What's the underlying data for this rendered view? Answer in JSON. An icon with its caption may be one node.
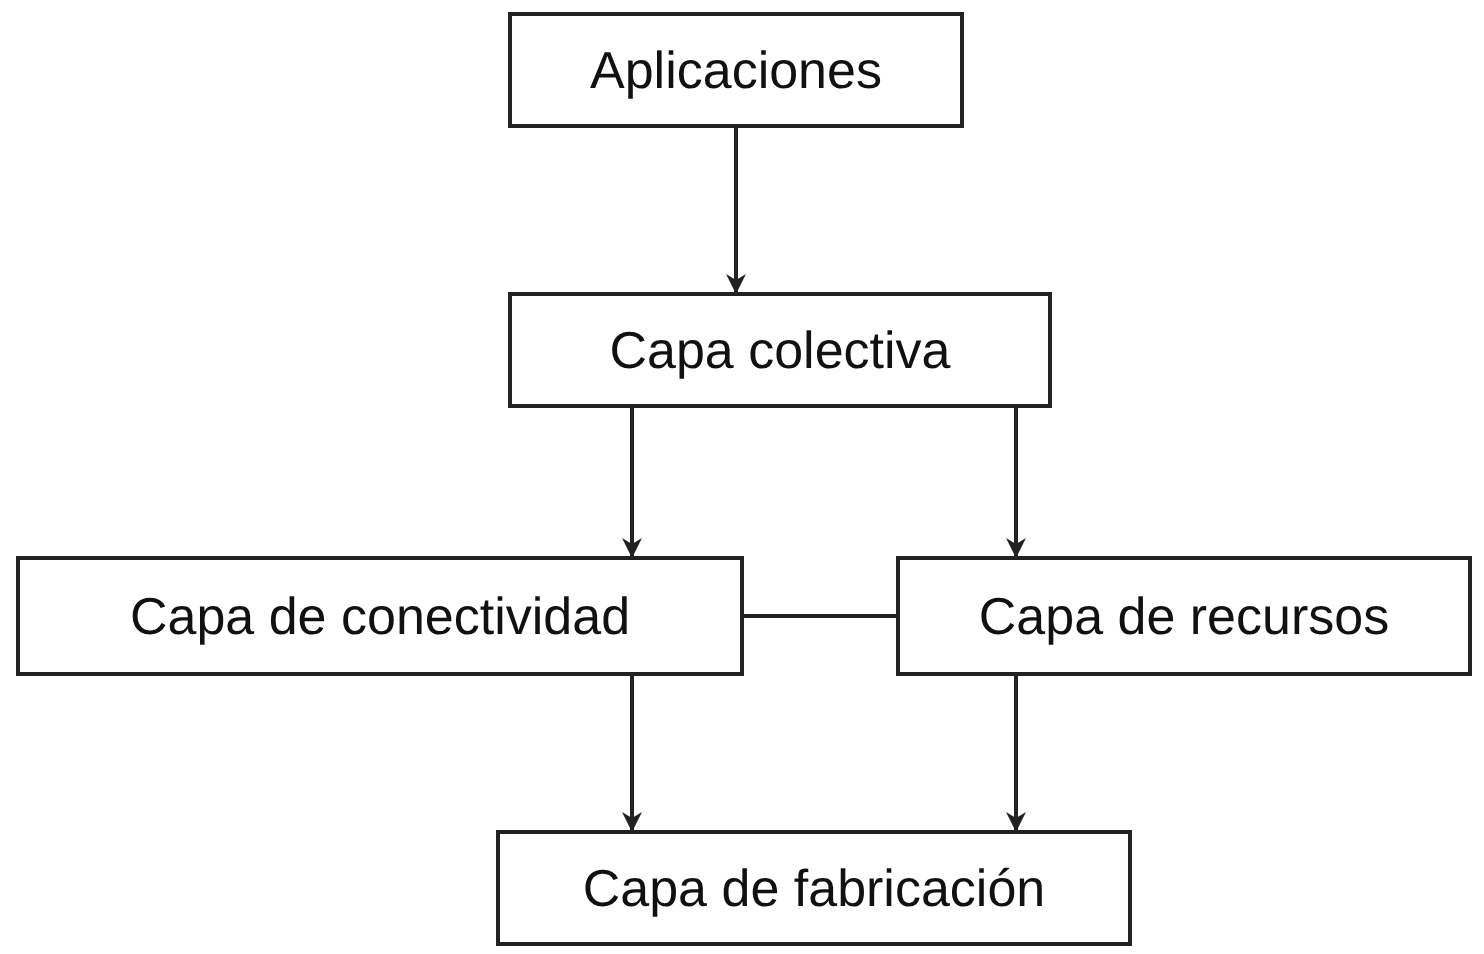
{
  "diagram": {
    "nodes": [
      {
        "text": [
          "Aplicaciones"
        ]
      },
      {
        "text": [
          "Capa colectiva"
        ]
      },
      {
        "text": [
          "Capa de conectividad"
        ]
      },
      {
        "text": [
          "Capa de recursos"
        ]
      },
      {
        "text": [
          "Capa de fabricación"
        ]
      }
    ],
    "edges": [
      {
        "from": 0,
        "to": 1,
        "arrow": "to"
      },
      {
        "from": 1,
        "to": 2,
        "arrow": "to"
      },
      {
        "from": 1,
        "to": 3,
        "arrow": "to"
      },
      {
        "from": 2,
        "to": 3,
        "arrow": "none"
      },
      {
        "from": 2,
        "to": 4,
        "arrow": "to"
      },
      {
        "from": 3,
        "to": 4,
        "arrow": "to"
      }
    ]
  }
}
